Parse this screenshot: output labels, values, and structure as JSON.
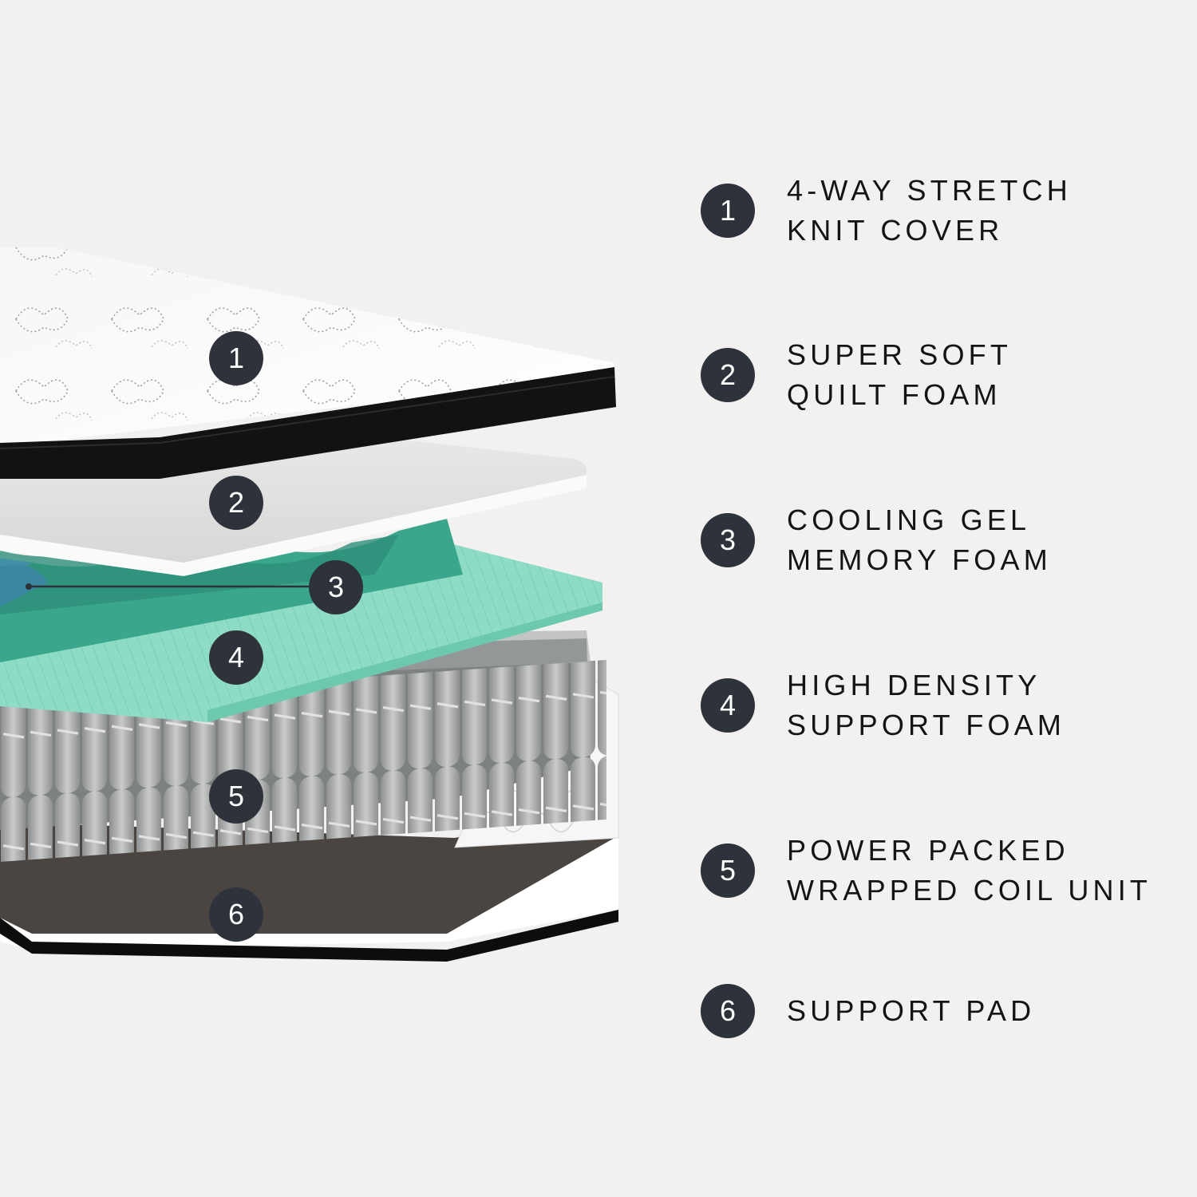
{
  "colors": {
    "background": "#f3f1ef",
    "badge_fill": "#2e333b",
    "badge_text": "#ffffff",
    "label_text": "#141414",
    "cover_white": "#fbfbfb",
    "cover_border": "#111111",
    "quilt_foam": "#e4e4e2",
    "gel_foam_blue": "#3f8fa6",
    "support_foam_mint": "#7fd4bd",
    "coils_gray": "#9a9c9c",
    "support_pad": "#4a4540",
    "side_panel": "#f4f4f4"
  },
  "diagram": {
    "callouts": [
      {
        "number": "1",
        "layer": "knit-cover"
      },
      {
        "number": "2",
        "layer": "quilt-foam"
      },
      {
        "number": "3",
        "layer": "gel-memory-foam"
      },
      {
        "number": "4",
        "layer": "support-foam"
      },
      {
        "number": "5",
        "layer": "wrapped-coils"
      },
      {
        "number": "6",
        "layer": "support-pad"
      }
    ]
  },
  "legend": {
    "items": [
      {
        "number": "1",
        "line1": "4-WAY STRETCH",
        "line2": "KNIT COVER"
      },
      {
        "number": "2",
        "line1": "SUPER SOFT",
        "line2": "QUILT FOAM"
      },
      {
        "number": "3",
        "line1": "COOLING GEL",
        "line2": "MEMORY FOAM"
      },
      {
        "number": "4",
        "line1": "HIGH DENSITY",
        "line2": "SUPPORT FOAM"
      },
      {
        "number": "5",
        "line1": "POWER PACKED",
        "line2": "WRAPPED COIL UNIT"
      },
      {
        "number": "6",
        "line1": "SUPPORT PAD",
        "line2": ""
      }
    ]
  }
}
